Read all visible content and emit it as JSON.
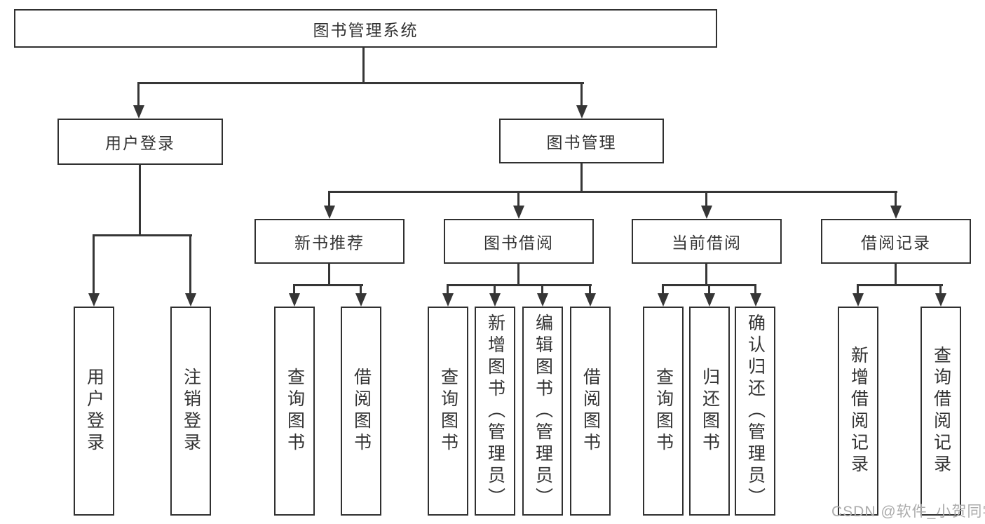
{
  "diagram_type": "hierarchy-tree",
  "nodes": {
    "root": {
      "label": "图书管理系统"
    },
    "l2": [
      {
        "id": "user-login",
        "label": "用户登录",
        "parent": "图书管理系统"
      },
      {
        "id": "book-management",
        "label": "图书管理",
        "parent": "图书管理系统"
      }
    ],
    "l3": [
      {
        "id": "new-book-recommend",
        "label": "新书推荐",
        "parent": "图书管理"
      },
      {
        "id": "book-borrowing",
        "label": "图书借阅",
        "parent": "图书管理"
      },
      {
        "id": "current-borrowing",
        "label": "当前借阅",
        "parent": "图书管理"
      },
      {
        "id": "borrowing-records",
        "label": "借阅记录",
        "parent": "图书管理"
      }
    ],
    "leaves": [
      {
        "id": "user-login-leaf",
        "label": "用户登录",
        "parent": "用户登录"
      },
      {
        "id": "logout",
        "label": "注销登录",
        "parent": "用户登录"
      },
      {
        "id": "query-books-1",
        "label": "查询图书",
        "parent": "新书推荐"
      },
      {
        "id": "borrow-books-1",
        "label": "借阅图书",
        "parent": "新书推荐"
      },
      {
        "id": "query-books-2",
        "label": "查询图书",
        "parent": "图书借阅"
      },
      {
        "id": "add-books-admin",
        "label": "新增图书（管理员）",
        "parent": "图书借阅"
      },
      {
        "id": "edit-books-admin",
        "label": "编辑图书（管理员）",
        "parent": "图书借阅"
      },
      {
        "id": "borrow-books-2",
        "label": "借阅图书",
        "parent": "图书借阅"
      },
      {
        "id": "query-books-3",
        "label": "查询图书",
        "parent": "当前借阅"
      },
      {
        "id": "return-books",
        "label": "归还图书",
        "parent": "当前借阅"
      },
      {
        "id": "confirm-return-admin",
        "label": "确认归还（管理员）",
        "parent": "当前借阅"
      },
      {
        "id": "add-borrow-record",
        "label": "新增借阅记录",
        "parent": "借阅记录"
      },
      {
        "id": "query-borrow-record",
        "label": "查询借阅记录",
        "parent": "借阅记录"
      }
    ]
  },
  "watermark": {
    "text": "CSDN @软件_小贺同学"
  },
  "colors": {
    "line": "#363636",
    "border": "#303030",
    "ink": "#333333",
    "watermark": "#ababab",
    "background": "#ffffff"
  }
}
